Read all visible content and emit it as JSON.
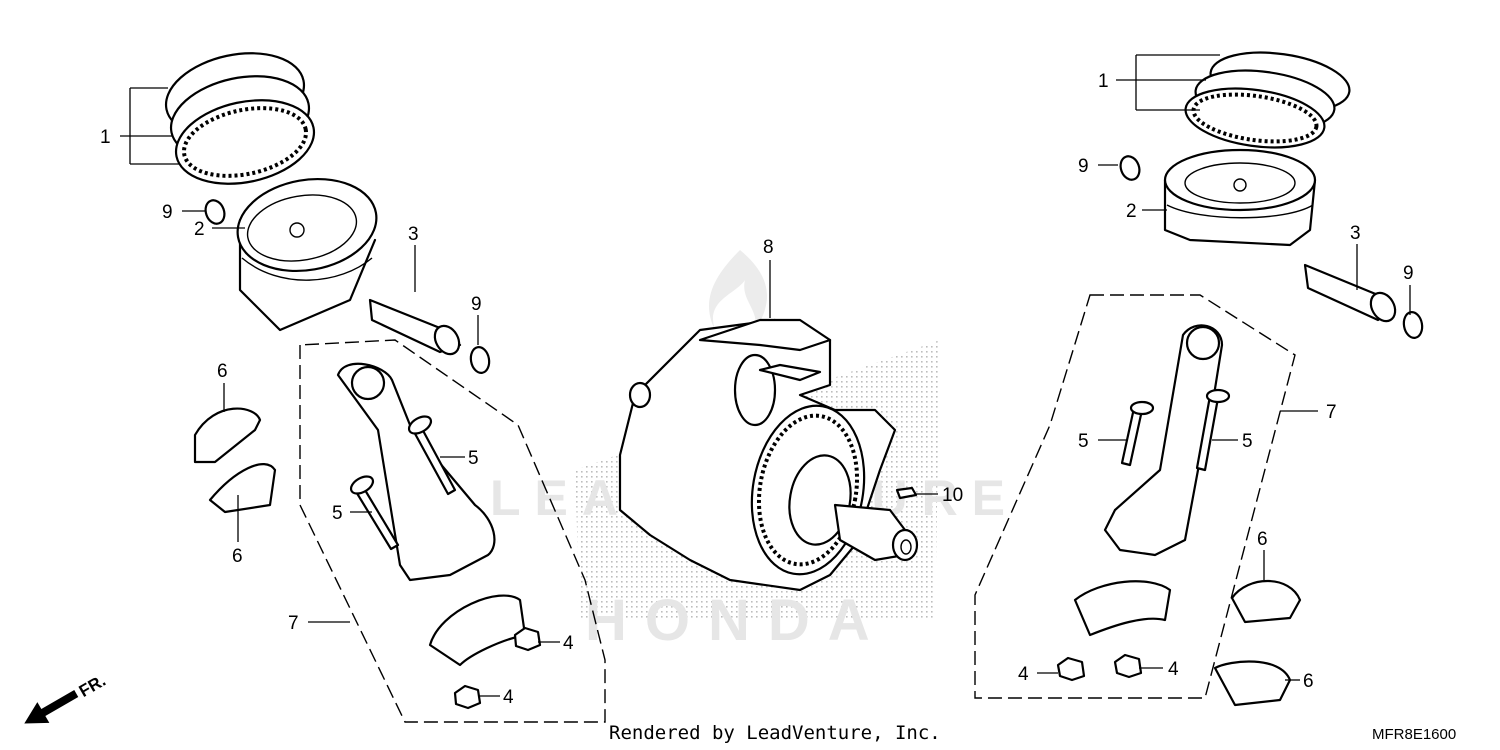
{
  "callouts": {
    "c1a": "1",
    "c2a": "2",
    "c9a": "9",
    "c3a": "3",
    "c9b": "9",
    "c6a": "6",
    "c6b": "6",
    "c5a": "5",
    "c5b": "5",
    "c7a": "7",
    "c4a": "4",
    "c4b": "4",
    "c8": "8",
    "c10": "10",
    "c1b": "1",
    "c9c": "9",
    "c2b": "2",
    "c3b": "3",
    "c9d": "9",
    "c7b": "7",
    "c5c": "5",
    "c5d": "5",
    "c6c": "6",
    "c6d": "6",
    "c4c": "4",
    "c4d": "4"
  },
  "front_indicator": "FR.",
  "watermark": {
    "leadventure": "LEADVENTURE",
    "brand": "HONDA"
  },
  "footer": {
    "rendered_by": "Rendered by LeadVenture, Inc.",
    "diagram_code": "MFR8E1600"
  }
}
